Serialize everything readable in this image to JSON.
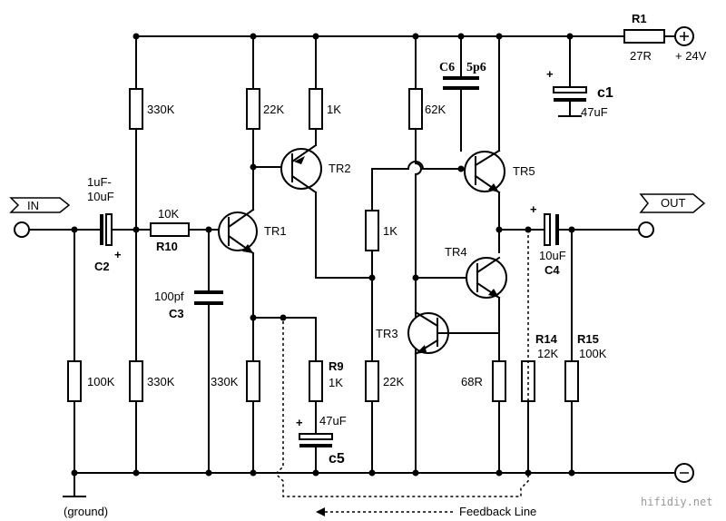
{
  "supply": {
    "positive": "+ 24V",
    "negative": "-",
    "ground": "(ground)"
  },
  "io": {
    "input": "IN",
    "output": "OUT"
  },
  "resistors": {
    "r1": {
      "name": "R1",
      "value": "27R"
    },
    "bias_top": "330K",
    "bias_bottom": "330K",
    "in_shunt": "100K",
    "r10": {
      "name": "R10",
      "value": "10K"
    },
    "tr1_collector": "22K",
    "tr1_emitter": "330K",
    "tr2_base": "1K",
    "tr3_bias": "62K",
    "mid_1k": "1K",
    "tr3_emitter": "22K",
    "r9": {
      "name": "R9",
      "value": "1K"
    },
    "out_68r": "68R",
    "r14": {
      "name": "R14",
      "value": "12K"
    },
    "r15": {
      "name": "R15",
      "value": "100K"
    }
  },
  "capacitors": {
    "c2": {
      "name": "C2",
      "value_line1": "1uF-",
      "value_line2": "10uF",
      "polarity": "+"
    },
    "c3": {
      "name": "C3",
      "value": "100pf"
    },
    "c6": {
      "name": "C6",
      "value": "5p6"
    },
    "c1": {
      "name": "c1",
      "value": "47uF",
      "polarity": "+"
    },
    "c5": {
      "name": "c5",
      "value": "47uF",
      "polarity": "+"
    },
    "c4": {
      "name": "C4",
      "value": "10uF",
      "polarity": "+"
    }
  },
  "transistors": {
    "tr1": "TR1",
    "tr2": "TR2",
    "tr3": "TR3",
    "tr4": "TR4",
    "tr5": "TR5"
  },
  "feedback": {
    "label": "Feedback Line"
  },
  "watermark": "hifidiy.net"
}
